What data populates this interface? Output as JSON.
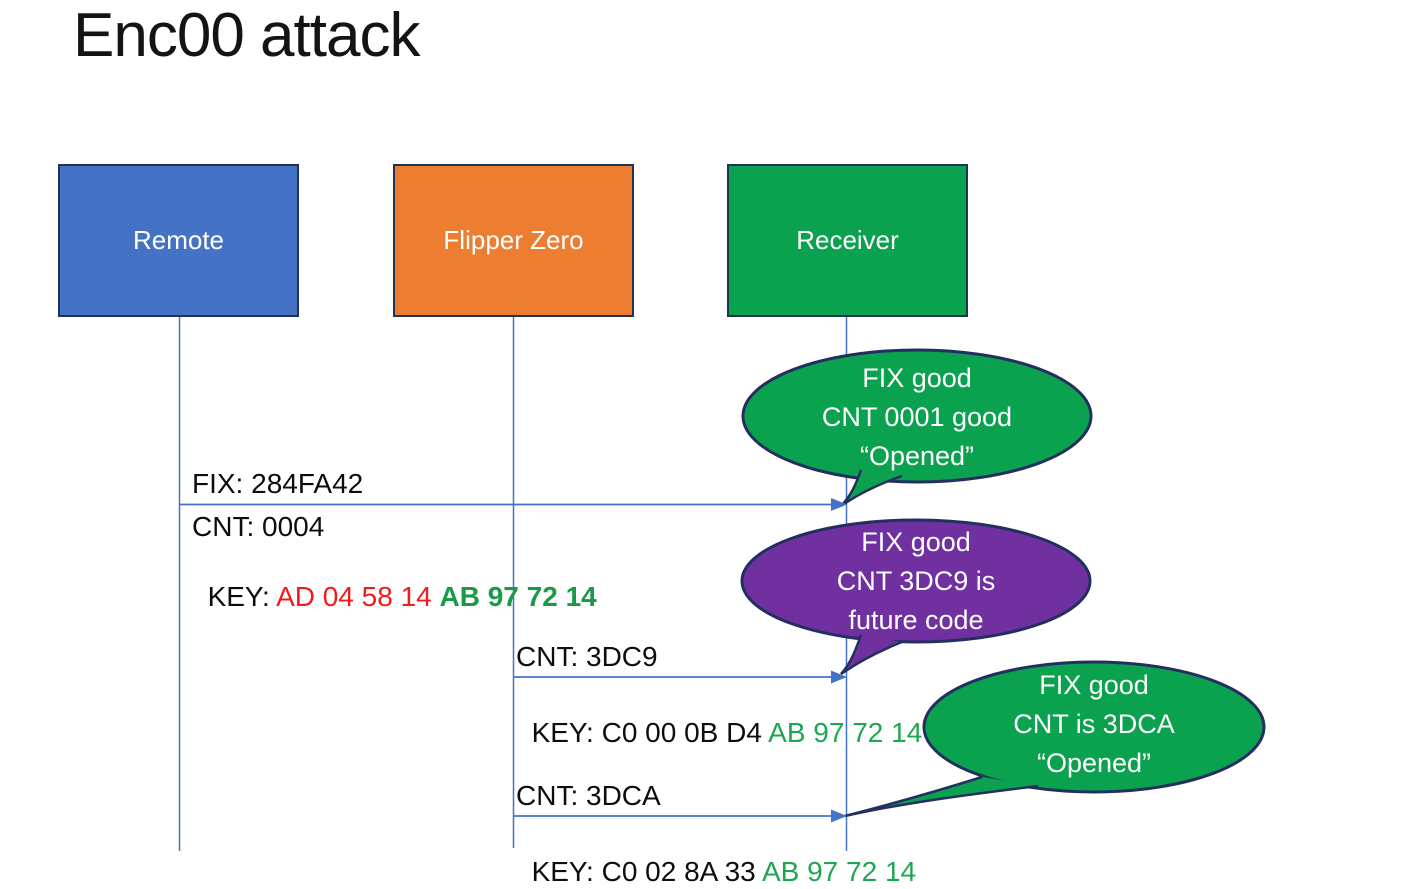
{
  "title": "Enc00 attack",
  "colors": {
    "remote_blue": "#4472C4",
    "flipper_orange": "#ED7D31",
    "receiver_green": "#0BA24F",
    "callout_green": "#0BA24F",
    "callout_purple": "#7030A0",
    "box_border_navy": "#203354",
    "bubble_border_navy": "#232F5E",
    "arrow_blue": "#4472C4",
    "key_red": "#F21B1B",
    "key_green": "#1EA750",
    "text_black": "#0d0d0d",
    "bubble_text_white": "#ffffff"
  },
  "actors": [
    {
      "label": "Remote"
    },
    {
      "label": "Flipper Zero"
    },
    {
      "label": "Receiver"
    }
  ],
  "messages": [
    {
      "above": "FIX: 284FA42",
      "cnt": "CNT: 0004",
      "key_prefix": "KEY: ",
      "key_red": "AD 04 58 14 ",
      "key_green": "AB 97 72 14"
    },
    {
      "above": "CNT: 3DC9",
      "key_black": "KEY: C0 00 0B D4 ",
      "key_green": "AB 97 72 14"
    },
    {
      "above": "CNT: 3DCA",
      "key_black": "KEY: C0 02 8A 33 ",
      "key_green": "AB 97 72 14"
    }
  ],
  "callouts": [
    {
      "lines": [
        "FIX good",
        "CNT 0001 good",
        "“Opened”"
      ]
    },
    {
      "lines": [
        "FIX good",
        "CNT 3DC9 is",
        "future code"
      ]
    },
    {
      "lines": [
        "FIX good",
        "CNT is 3DCA",
        "“Opened”"
      ]
    }
  ]
}
